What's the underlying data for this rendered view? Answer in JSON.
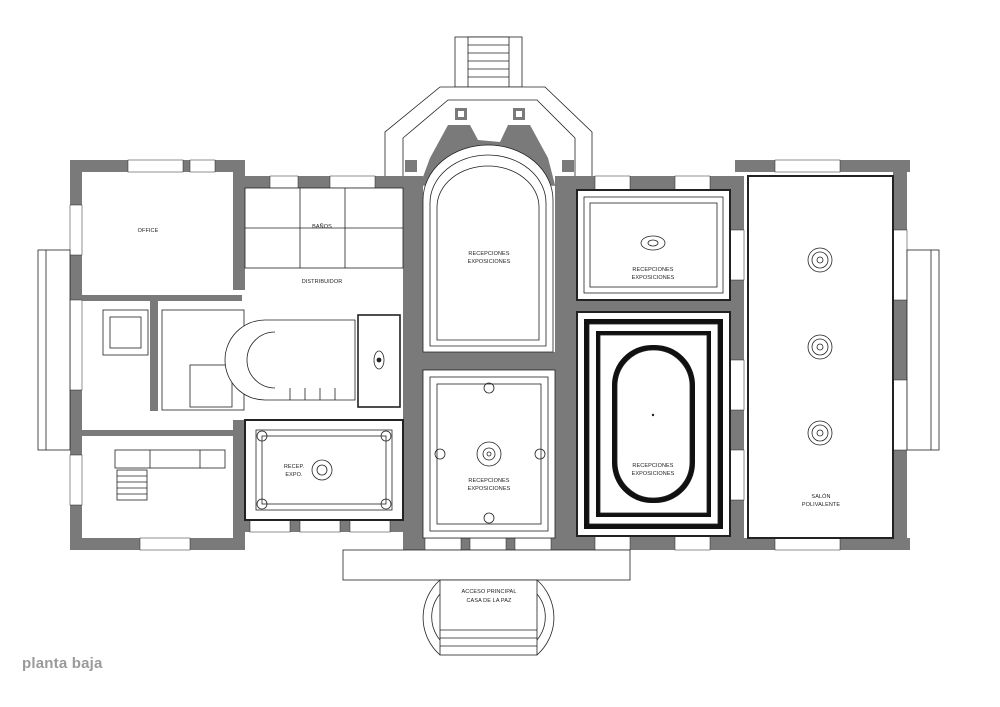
{
  "caption": "planta baja",
  "rooms": {
    "office": "OFFICE",
    "banos": "BAÑOS",
    "distribuidor": "DISTRIBUIDOR",
    "recepciones": "RECEPCIONES",
    "exposiciones": "EXPOSICIONES",
    "recep_short": "RECEP.",
    "expo_short": "EXPO.",
    "salon": "SALÓN",
    "polivalente": "POLIVALENTE",
    "acceso": "ACCESO PRINCIPAL",
    "casa": "CASA DE LA PAZ"
  },
  "colors": {
    "wall": "#7a7a7a",
    "line": "#222222",
    "caption": "#9a9a9a"
  }
}
